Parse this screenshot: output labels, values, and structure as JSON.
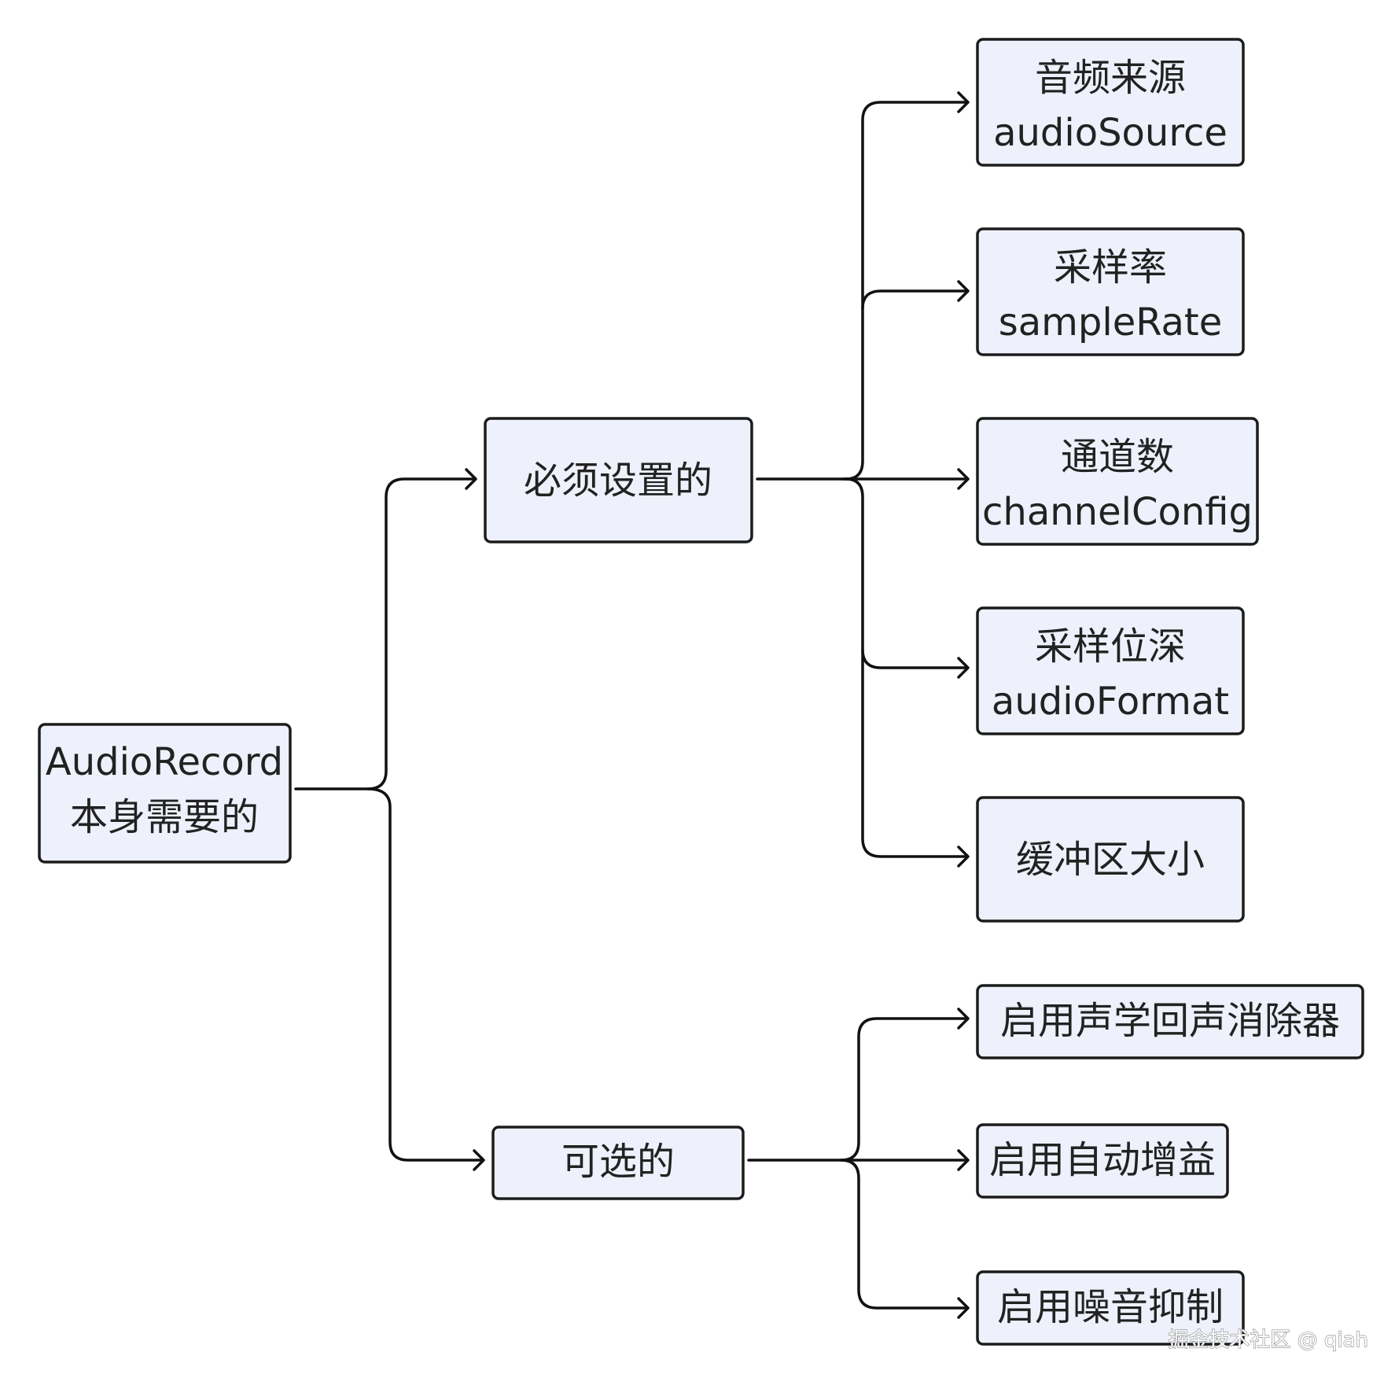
{
  "diagram": {
    "root": {
      "lines": [
        "AudioRecord",
        "本身需要的"
      ]
    },
    "branches": {
      "required": {
        "label": "必须设置的",
        "children": [
          {
            "lines": [
              "音频来源",
              "audioSource"
            ]
          },
          {
            "lines": [
              "采样率",
              "sampleRate"
            ]
          },
          {
            "lines": [
              "通道数",
              "channelConfig"
            ]
          },
          {
            "lines": [
              "采样位深",
              "audioFormat"
            ]
          },
          {
            "lines": [
              "缓冲区大小"
            ]
          }
        ]
      },
      "optional": {
        "label": "可选的",
        "children": [
          {
            "lines": [
              "启用声学回声消除器"
            ]
          },
          {
            "lines": [
              "启用自动增益"
            ]
          },
          {
            "lines": [
              "启用噪音抑制"
            ]
          }
        ]
      }
    }
  },
  "watermark": "掘金技术社区 @ qiah",
  "colors": {
    "node_fill": "#eef1fb",
    "node_stroke": "#1c1c1c",
    "connector": "#111111"
  }
}
